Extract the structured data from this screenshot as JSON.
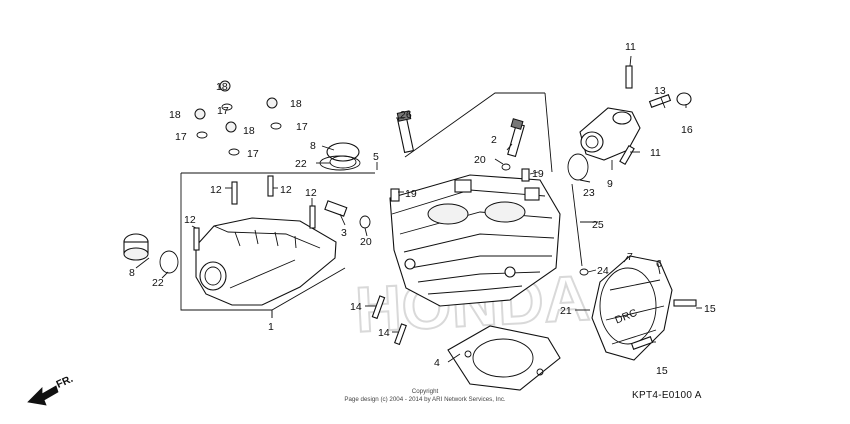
{
  "callouts": [
    "1",
    "2",
    "3",
    "4",
    "5",
    "6",
    "7",
    "8",
    "8",
    "9",
    "11",
    "11",
    "12",
    "12",
    "12",
    "12",
    "13",
    "14",
    "14",
    "15",
    "15",
    "16",
    "17",
    "17",
    "17",
    "17",
    "18",
    "18",
    "18",
    "18",
    "19",
    "19",
    "20",
    "20",
    "21",
    "22",
    "22",
    "23",
    "24",
    "25",
    "26"
  ],
  "watermark": "HONDA",
  "cover_lettering": "DRC",
  "front_indicator": "FR.",
  "diagram_code": "KPT4-E0100 A",
  "copyright": {
    "line1": "Copyright",
    "line2": "Page design (c) 2004 - 2014 by ARI Network Services, Inc."
  }
}
